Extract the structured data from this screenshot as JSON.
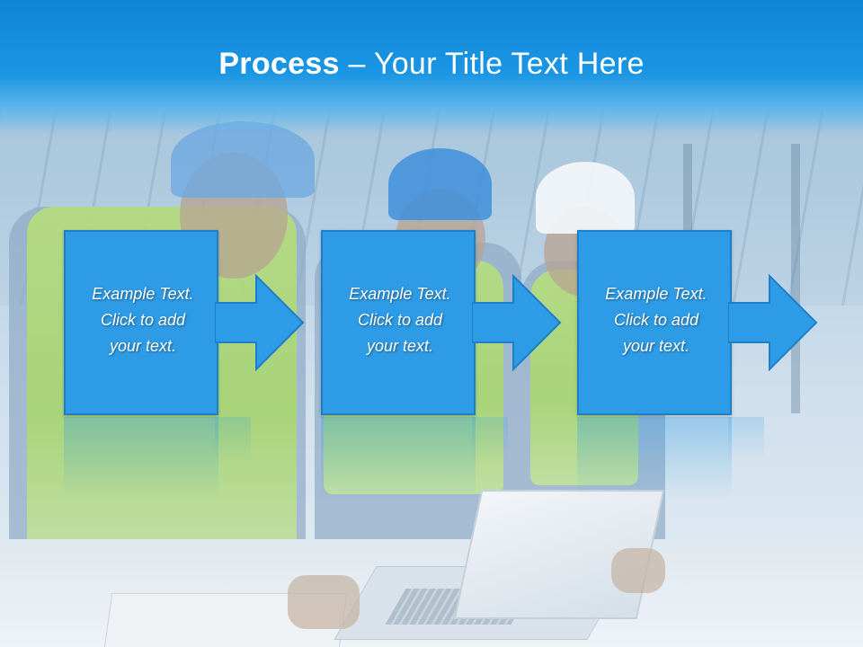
{
  "header": {
    "title_bold": "Process",
    "title_rest": " – Your Title Text Here"
  },
  "steps": [
    {
      "line1": "Example Text.",
      "line2": "Click  to add",
      "line3": "your text."
    },
    {
      "line1": "Example Text.",
      "line2": "Click  to add",
      "line3": "your text."
    },
    {
      "line1": "Example Text.",
      "line2": "Click  to add",
      "line3": "your text."
    }
  ],
  "colors": {
    "header_blue": "#0f86d6",
    "box_blue": "#2e9be6",
    "box_border": "#1d7fc7",
    "text": "#ffffff"
  }
}
